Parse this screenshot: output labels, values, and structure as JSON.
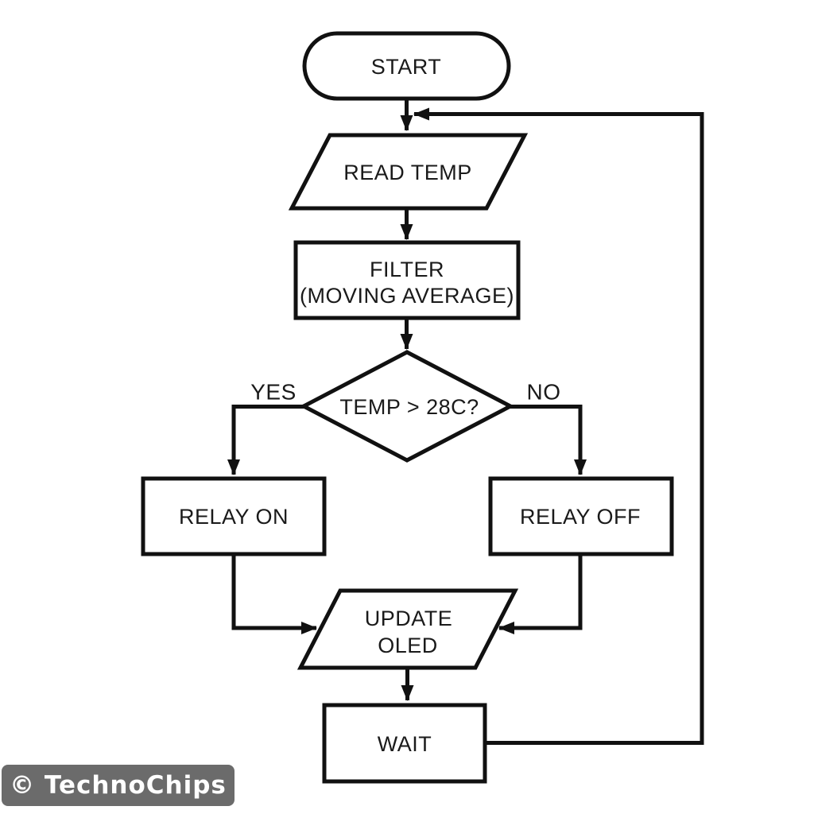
{
  "diagram": {
    "type": "flowchart",
    "background": "#ffffff",
    "colors": {
      "stroke": "#111111",
      "text": "#1a1a1a",
      "shape_fill": "#ffffff"
    },
    "nodes": {
      "start": {
        "type": "terminator",
        "label": "START"
      },
      "read_temp": {
        "type": "input-output",
        "label": "READ TEMP"
      },
      "filter": {
        "type": "process",
        "line1": "FILTER",
        "line2": "(MOVING AVERAGE)"
      },
      "decision": {
        "type": "decision",
        "label": "TEMP > 28C?"
      },
      "relay_on": {
        "type": "process",
        "label": "RELAY ON"
      },
      "relay_off": {
        "type": "process",
        "label": "RELAY OFF"
      },
      "update_oled": {
        "type": "input-output",
        "line1": "UPDATE",
        "line2": "OLED"
      },
      "wait": {
        "type": "process",
        "label": "WAIT"
      }
    },
    "branch_labels": {
      "yes": "YES",
      "no": "NO"
    },
    "edges": [
      {
        "from": "start",
        "to": "read_temp"
      },
      {
        "from": "read_temp",
        "to": "filter"
      },
      {
        "from": "filter",
        "to": "decision"
      },
      {
        "from": "decision",
        "to": "relay_on",
        "label": "YES"
      },
      {
        "from": "decision",
        "to": "relay_off",
        "label": "NO"
      },
      {
        "from": "relay_on",
        "to": "update_oled"
      },
      {
        "from": "relay_off",
        "to": "update_oled"
      },
      {
        "from": "update_oled",
        "to": "wait"
      },
      {
        "from": "wait",
        "to": "read_temp",
        "note": "loop back"
      }
    ]
  },
  "watermark": {
    "text": "© TechnoChips",
    "background": "#6b6b6b",
    "text_color": "#ffffff"
  }
}
